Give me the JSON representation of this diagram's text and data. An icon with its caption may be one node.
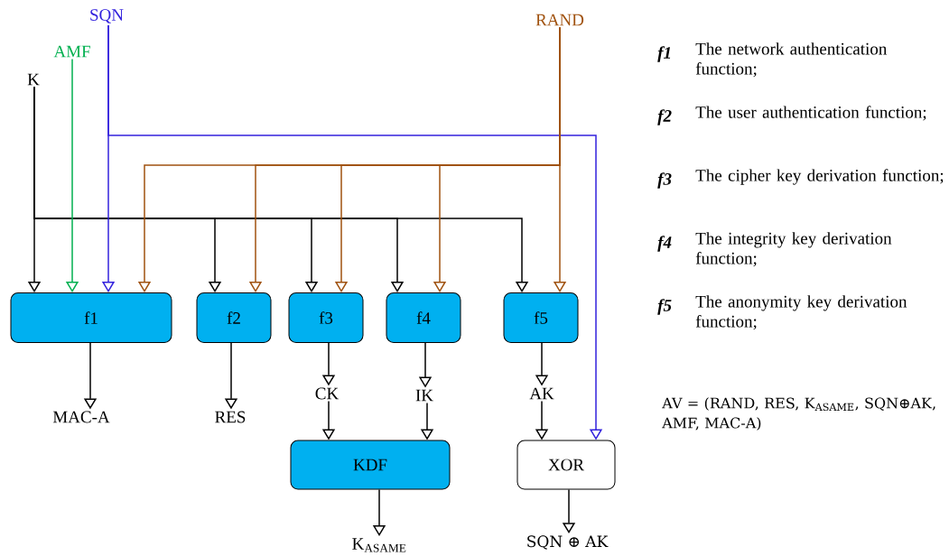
{
  "diagram": {
    "nodes": [
      {
        "text": [
          "K"
        ]
      },
      {
        "text": [
          "AMF"
        ]
      },
      {
        "text": [
          "SQN"
        ]
      },
      {
        "text": [
          "RAND"
        ]
      },
      {
        "text": [
          "f1"
        ]
      },
      {
        "text": [
          "f2"
        ]
      },
      {
        "text": [
          "f3"
        ]
      },
      {
        "text": [
          "f4"
        ]
      },
      {
        "text": [
          "f5"
        ]
      },
      {
        "text": [
          "MAC-A"
        ]
      },
      {
        "text": [
          "RES"
        ]
      },
      {
        "text": [
          "CK"
        ]
      },
      {
        "text": [
          "IK"
        ]
      },
      {
        "text": [
          "AK"
        ]
      },
      {
        "text": [
          "KDF"
        ]
      },
      {
        "text": [
          "XOR"
        ]
      },
      {
        "text": [
          "K$_{ASAME}$"
        ]
      },
      {
        "text": [
          "SQN ⊕ AK"
        ]
      }
    ],
    "edges": [
      {
        "from": 0,
        "to": 4,
        "arrow": "to"
      },
      {
        "from": 0,
        "to": 5,
        "arrow": "to"
      },
      {
        "from": 0,
        "to": 6,
        "arrow": "to"
      },
      {
        "from": 0,
        "to": 7,
        "arrow": "to"
      },
      {
        "from": 0,
        "to": 8,
        "arrow": "to"
      },
      {
        "from": 1,
        "to": 4,
        "arrow": "to",
        "color": "#00b050"
      },
      {
        "from": 2,
        "to": 4,
        "arrow": "to",
        "color": "#3322dd"
      },
      {
        "from": 2,
        "to": 15,
        "arrow": "to",
        "color": "#3322dd"
      },
      {
        "from": 3,
        "to": 4,
        "arrow": "to",
        "color": "#a0520f"
      },
      {
        "from": 3,
        "to": 5,
        "arrow": "to",
        "color": "#a0520f"
      },
      {
        "from": 3,
        "to": 6,
        "arrow": "to",
        "color": "#a0520f"
      },
      {
        "from": 3,
        "to": 7,
        "arrow": "to",
        "color": "#a0520f"
      },
      {
        "from": 3,
        "to": 8,
        "arrow": "to",
        "color": "#a0520f"
      },
      {
        "from": 4,
        "to": 9,
        "arrow": "to"
      },
      {
        "from": 5,
        "to": 10,
        "arrow": "to"
      },
      {
        "from": 6,
        "to": 11,
        "arrow": "to"
      },
      {
        "from": 7,
        "to": 12,
        "arrow": "to"
      },
      {
        "from": 8,
        "to": 13,
        "arrow": "to"
      },
      {
        "from": 11,
        "to": 14,
        "arrow": "to"
      },
      {
        "from": 12,
        "to": 14,
        "arrow": "to"
      },
      {
        "from": 13,
        "to": 15,
        "arrow": "to"
      },
      {
        "from": 14,
        "to": 16,
        "arrow": "to"
      },
      {
        "from": 15,
        "to": 17,
        "arrow": "to"
      }
    ],
    "labels": [
      "f1",
      "The network authentication function;",
      "f2",
      "The user authentication function;",
      "f3",
      "The cipher key derivation function;",
      "f4",
      "The integrity key derivation function;",
      "f5",
      "The anonymity key derivation function;",
      "AV = (RAND, RES, K$_{ASAME}$, SQN⊕AK, AMF, MAC-A)"
    ]
  }
}
